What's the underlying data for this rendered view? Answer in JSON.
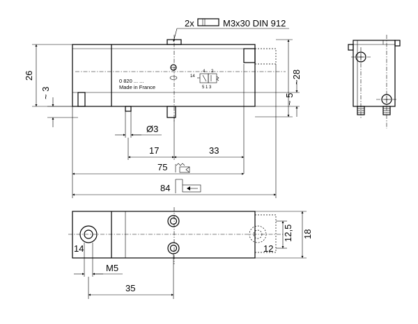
{
  "screw": {
    "qty": "2x",
    "spec": "M3x30 DIN 912"
  },
  "label": {
    "part_no": "0 820 ... ...",
    "origin": "Made in France"
  },
  "valve_symbol": {
    "port_14": "14",
    "port_4": "4",
    "port_2": "2",
    "port_5": "5",
    "port_1": "1",
    "port_3": "3",
    "ports_bottom": "5 1 3"
  },
  "dims": {
    "height_26": "26",
    "height_3": "~ 3",
    "height_28": "~28",
    "height_5": "~ 5",
    "dia_3": "Ø3",
    "len_17": "17",
    "len_33": "33",
    "len_75": "75",
    "len_84": "84",
    "port_14": "14",
    "port_12": "12",
    "thread_m5": "M5",
    "len_35": "35",
    "w_12_5": "12,5",
    "w_18": "18"
  }
}
